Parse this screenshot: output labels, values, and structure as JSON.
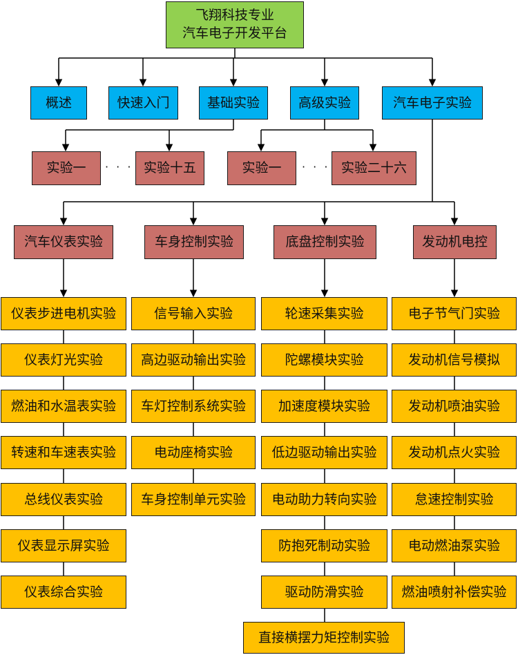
{
  "root": {
    "line1": "飞翔科技专业",
    "line2": "汽车电子开发平台"
  },
  "level1": {
    "overview": "概述",
    "quickstart": "快速入门",
    "basic": "基础实验",
    "advanced": "高级实验",
    "auto": "汽车电子实验"
  },
  "basic_experiments": {
    "first": "实验一",
    "last": "实验十五",
    "ellipsis": "· · · ·"
  },
  "advanced_experiments": {
    "first": "实验一",
    "last": "实验二十六",
    "ellipsis": "· · · ·"
  },
  "categories": [
    {
      "title": "汽车仪表实验",
      "items": [
        "仪表步进电机实验",
        "仪表灯光实验",
        "燃油和水温表实验",
        "转速和车速表实验",
        "总线仪表实验",
        "仪表显示屏实验",
        "仪表综合实验"
      ]
    },
    {
      "title": "车身控制实验",
      "items": [
        "信号输入实验",
        "高边驱动输出实验",
        "车灯控制系统实验",
        "电动座椅实验",
        "车身控制单元实验"
      ]
    },
    {
      "title": "底盘控制实验",
      "items": [
        "轮速采集实验",
        "陀螺模块实验",
        "加速度模块实验",
        "低边驱动输出实验",
        "电动助力转向实验",
        "防抱死制动实验",
        "驱动防滑实验",
        "直接横摆力矩控制实验"
      ]
    },
    {
      "title": "发动机电控",
      "items": [
        "电子节气门实验",
        "发动机信号模拟",
        "发动机喷油实验",
        "发动机点火实验",
        "怠速控制实验",
        "电动燃油泵实验",
        "燃油喷射补偿实验"
      ]
    }
  ],
  "colors": {
    "root": "#92d050",
    "level1": "#00b0f0",
    "sub": "#c9706a",
    "leaf": "#ffc000"
  }
}
